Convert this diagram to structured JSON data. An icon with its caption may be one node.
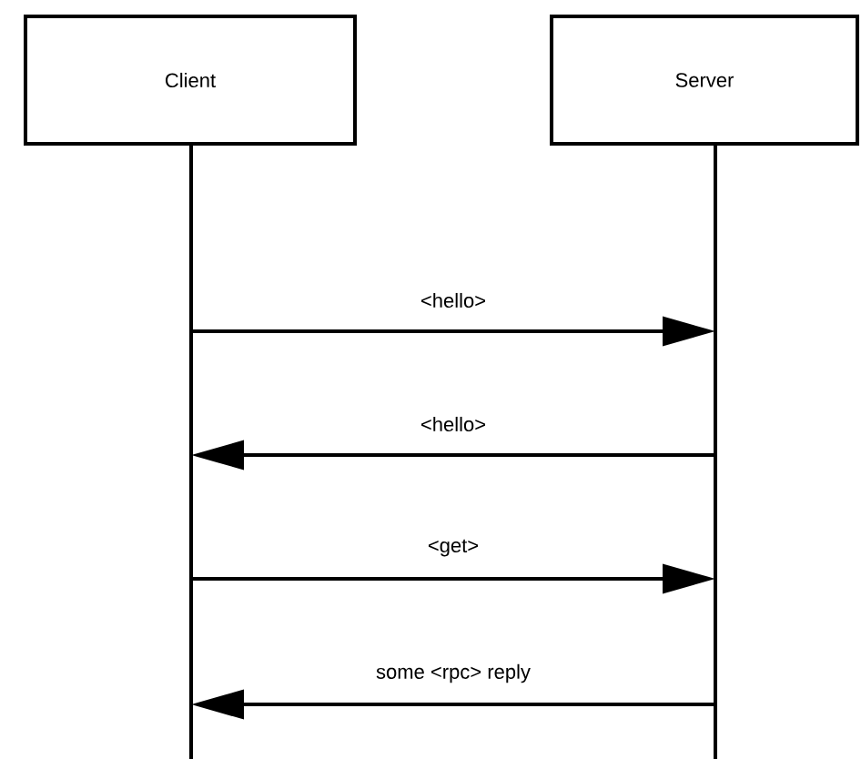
{
  "diagram": {
    "nodes": [
      {
        "text": [
          "Client"
        ]
      },
      {
        "text": [
          "Server"
        ]
      }
    ],
    "edges": [
      {
        "from": 0,
        "to": 1,
        "arrow": "to",
        "label": "<hello>"
      },
      {
        "from": 1,
        "to": 0,
        "arrow": "to",
        "label": "<hello>"
      },
      {
        "from": 0,
        "to": 1,
        "arrow": "to",
        "label": "<get>"
      },
      {
        "from": 1,
        "to": 0,
        "arrow": "to",
        "label": "some <rpc> reply"
      }
    ]
  }
}
